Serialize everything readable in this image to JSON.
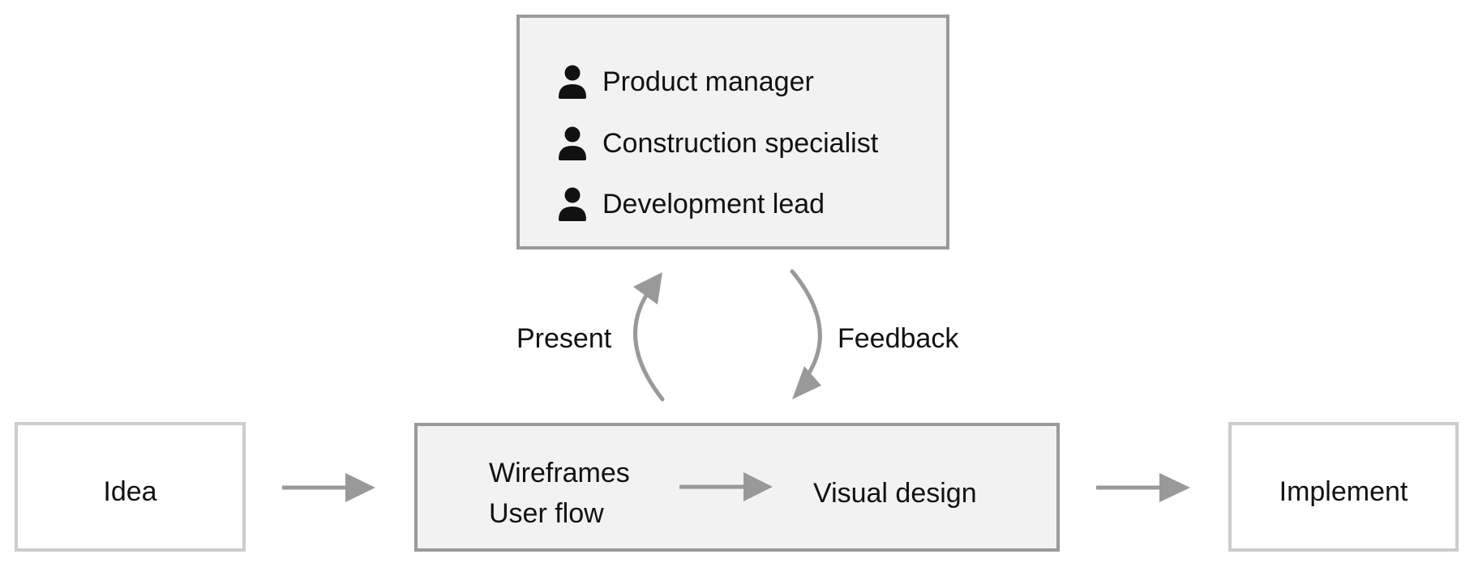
{
  "diagram": {
    "team_box": {
      "members": [
        {
          "icon": "person-icon",
          "label": "Product manager"
        },
        {
          "icon": "person-icon",
          "label": "Construction specialist"
        },
        {
          "icon": "person-icon",
          "label": "Development lead"
        }
      ]
    },
    "loop": {
      "present_label": "Present",
      "feedback_label": "Feedback"
    },
    "flow": {
      "idea": "Idea",
      "design_box": {
        "left_lines": [
          "Wireframes",
          "User flow"
        ],
        "right": "Visual design"
      },
      "implement": "Implement"
    },
    "colors": {
      "arrow": "#999999",
      "box_border": "#9a9a9a",
      "box_border_light": "#cccccc",
      "box_fill": "#f2f2f2",
      "text": "#111111"
    }
  }
}
